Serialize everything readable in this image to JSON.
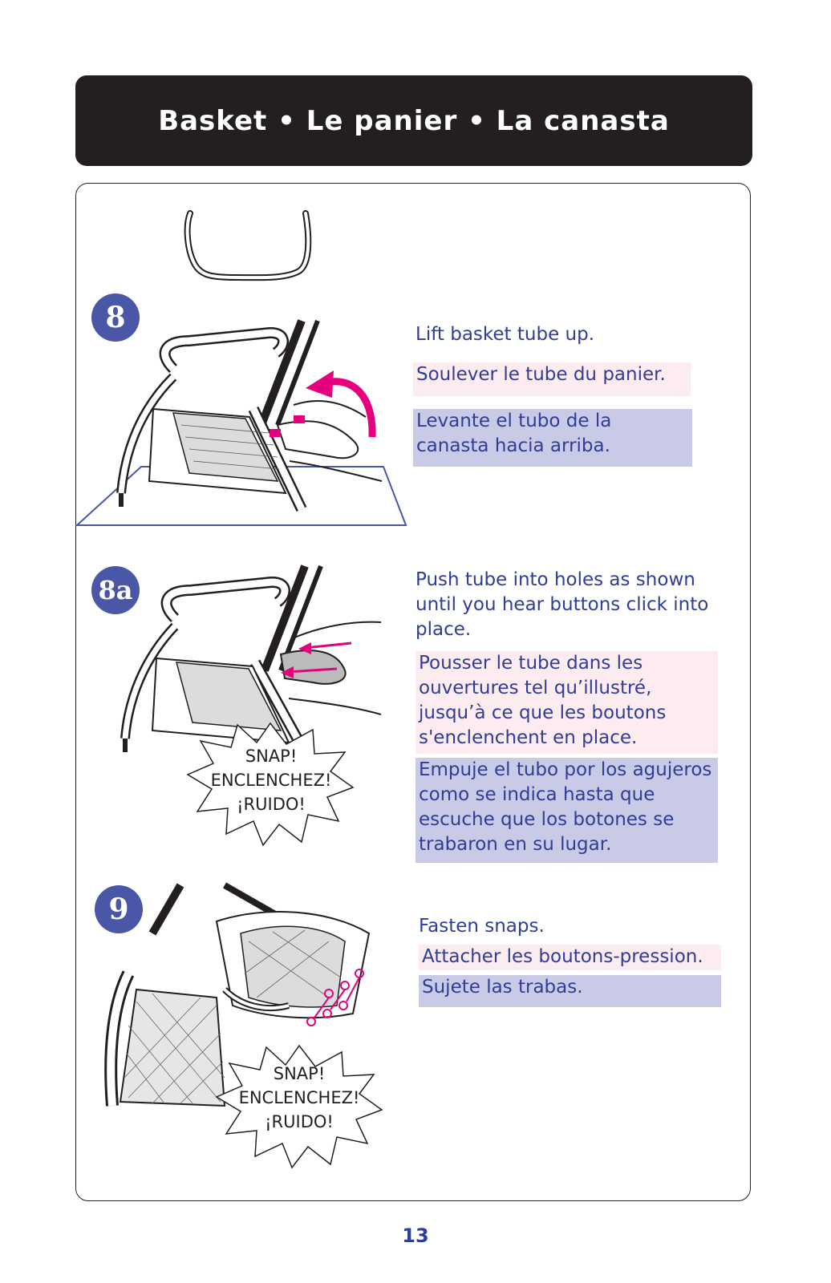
{
  "header": {
    "title": "Basket  •  Le panier • La canasta"
  },
  "steps": [
    {
      "badge": "8",
      "en": "Lift basket tube up.",
      "fr": "Soulever le tube du panier.",
      "es": "Levante el tubo de la canasta hacia arriba."
    },
    {
      "badge": "8a",
      "en": "Push tube into holes as shown until you hear buttons click into place.",
      "fr": "Pousser le tube dans les ouvertures tel qu’illustré, jusqu’à ce que les boutons s'enclenchent en place.",
      "es": "Empuje el tubo por los agujeros como se indica hasta que escuche que los botones se trabaron en su lugar.",
      "burst": [
        "SNAP!",
        "ENCLENCHEZ!",
        "¡RUIDO!"
      ]
    },
    {
      "badge": "9",
      "en": "Fasten snaps.",
      "fr": "Attacher les boutons-pression.",
      "es": "Sujete las trabas.",
      "burst": [
        "SNAP!",
        "ENCLENCHEZ!",
        "¡RUIDO!"
      ]
    }
  ],
  "page_number": "13",
  "colors": {
    "accent": "#4a56a6",
    "text": "#2f3d96",
    "arrow": "#e5007e",
    "pink_box": "#fdecef",
    "lavender_box": "#c8cae6"
  }
}
